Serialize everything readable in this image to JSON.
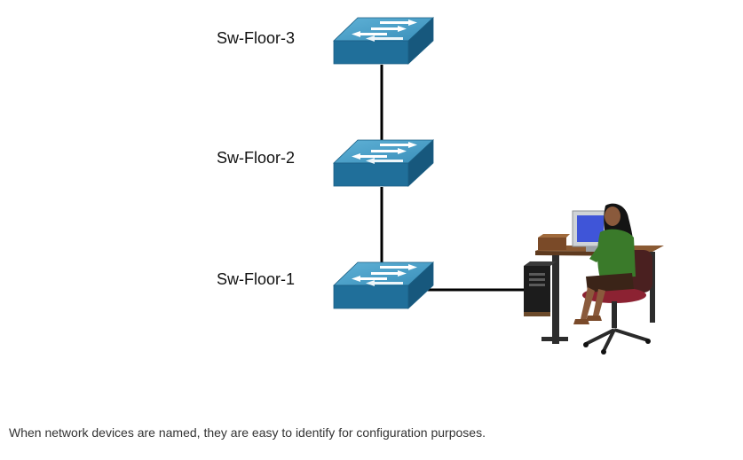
{
  "switches": [
    {
      "label": "Sw-Floor-3",
      "icon": "switch-icon"
    },
    {
      "label": "Sw-Floor-2",
      "icon": "switch-icon"
    },
    {
      "label": "Sw-Floor-1",
      "icon": "switch-icon"
    }
  ],
  "workstation": {
    "icon": "user-at-workstation-icon"
  },
  "caption": "When network devices are named, they are easy to identify for configuration purposes.",
  "colors": {
    "switch_top": "#4a9fc6",
    "switch_front": "#1f6f99",
    "switch_side": "#2b7fa8",
    "link": "#000000"
  }
}
